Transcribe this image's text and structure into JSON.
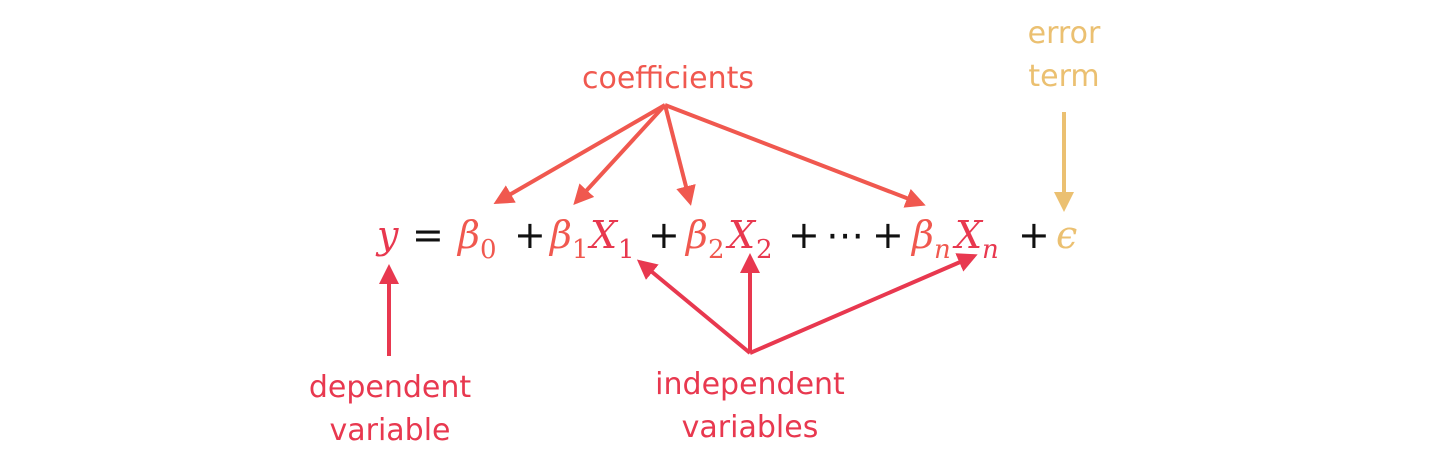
{
  "colors": {
    "coefficient": "#f0584f",
    "variable": "#e8384f",
    "error": "#ebc071",
    "operator": "#111111"
  },
  "labels": {
    "coefficients": "coefficients",
    "error_line1": "error",
    "error_line2": "term",
    "dependent_line1": "dependent",
    "dependent_line2": "variable",
    "independent_line1": "independent",
    "independent_line2": "variables"
  },
  "equation": {
    "y": "y",
    "equals": "=",
    "beta": "β",
    "sub0": "0",
    "sub1": "1",
    "sub2": "2",
    "subn": "n",
    "x": "X",
    "plus": "+",
    "ellipsis": "⋯",
    "epsilon": "ϵ"
  }
}
